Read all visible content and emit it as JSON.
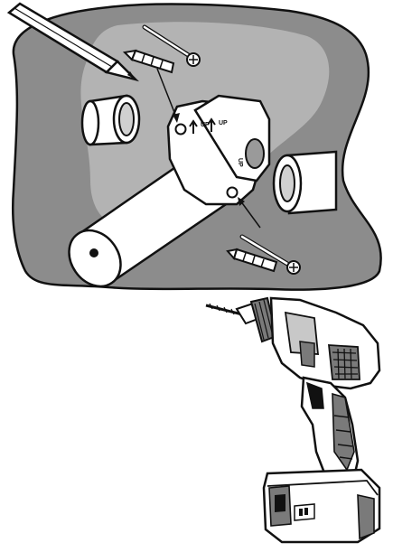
{
  "mount": {
    "up_marks": [
      "UP",
      "UP"
    ],
    "side_mark": "UP"
  },
  "colors": {
    "wall_dark": "#8c8c8c",
    "wall_light": "#b3b3b3",
    "ink": "#111111",
    "white": "#ffffff",
    "drill_shade": "#7a7a7a"
  }
}
